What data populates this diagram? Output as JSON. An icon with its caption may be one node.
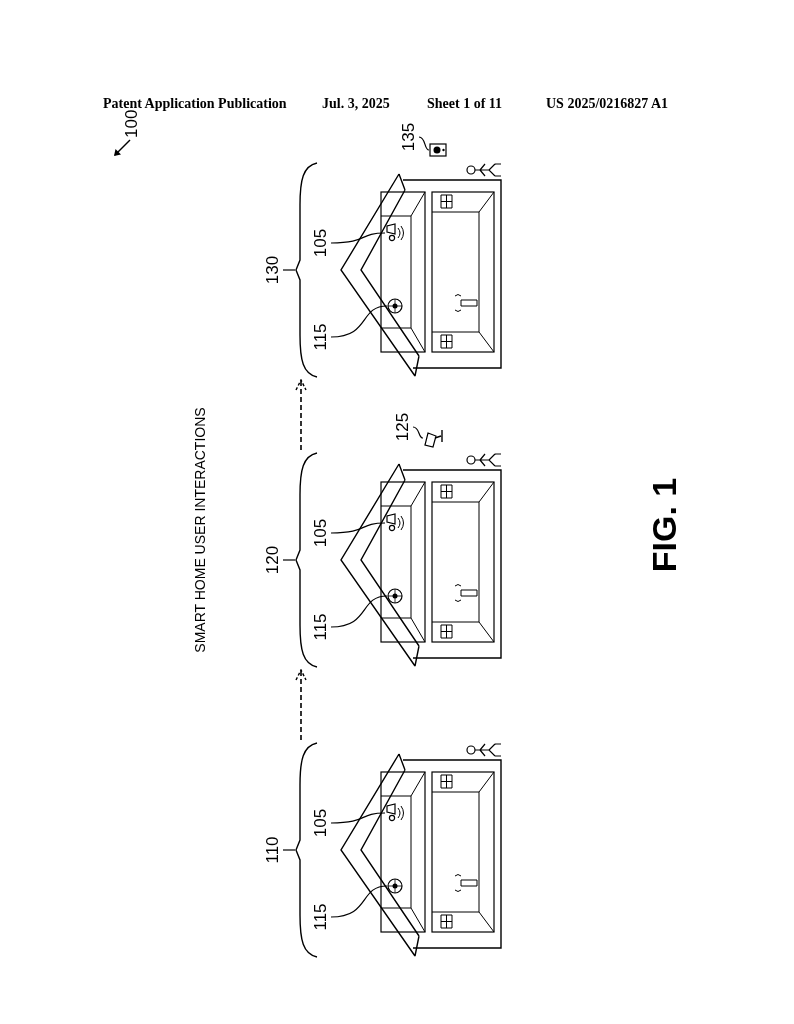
{
  "diagram": {
    "title": "SMART HOME USER INTERACTIONS",
    "caption": "FIG. 1",
    "nodes": [
      {
        "text": [
          "130"
        ]
      },
      {
        "text": [],
        "shape": "picture"
      },
      {
        "text": [
          "135"
        ]
      },
      {
        "text": [],
        "shape": "picture"
      },
      {
        "text": [
          "105"
        ],
        "in": 1
      },
      {
        "text": [],
        "shape": "picture",
        "in": 1
      },
      {
        "text": [
          "115"
        ],
        "in": 1
      },
      {
        "text": [],
        "shape": "picture",
        "in": 1
      },
      {
        "text": [
          "120"
        ]
      },
      {
        "text": [],
        "shape": "picture"
      },
      {
        "text": [
          "125"
        ]
      },
      {
        "text": [],
        "shape": "picture"
      },
      {
        "text": [
          "105"
        ],
        "in": 9
      },
      {
        "text": [],
        "shape": "picture",
        "in": 9
      },
      {
        "text": [
          "115"
        ],
        "in": 9
      },
      {
        "text": [],
        "shape": "picture",
        "in": 9
      },
      {
        "text": [
          "110"
        ]
      },
      {
        "text": [],
        "shape": "picture"
      },
      {
        "text": [
          "105"
        ],
        "in": 17
      },
      {
        "text": [],
        "shape": "picture",
        "in": 17
      },
      {
        "text": [
          "115"
        ],
        "in": 17
      },
      {
        "text": [],
        "shape": "picture",
        "in": 17
      }
    ],
    "edges": [
      {
        "from": 0,
        "to": 1,
        "arrow": "none"
      },
      {
        "from": 2,
        "to": 3,
        "arrow": "none"
      },
      {
        "from": 4,
        "to": 5,
        "arrow": "none"
      },
      {
        "from": 6,
        "to": 7,
        "arrow": "none"
      },
      {
        "from": 9,
        "to": 1,
        "arrow": "to",
        "style": "dashed"
      },
      {
        "from": 8,
        "to": 9,
        "arrow": "none"
      },
      {
        "from": 10,
        "to": 11,
        "arrow": "none"
      },
      {
        "from": 12,
        "to": 13,
        "arrow": "none"
      },
      {
        "from": 14,
        "to": 15,
        "arrow": "none"
      },
      {
        "from": 17,
        "to": 9,
        "arrow": "to",
        "style": "dashed"
      },
      {
        "from": 16,
        "to": 17,
        "arrow": "none"
      },
      {
        "from": 18,
        "to": 19,
        "arrow": "none"
      },
      {
        "from": 20,
        "to": 21,
        "arrow": "none"
      }
    ],
    "labels": [
      "Patent Application Publication",
      "Jul. 3, 2025",
      "Sheet 1 of 11",
      "US 2025/0216827 A1",
      "100"
    ]
  }
}
